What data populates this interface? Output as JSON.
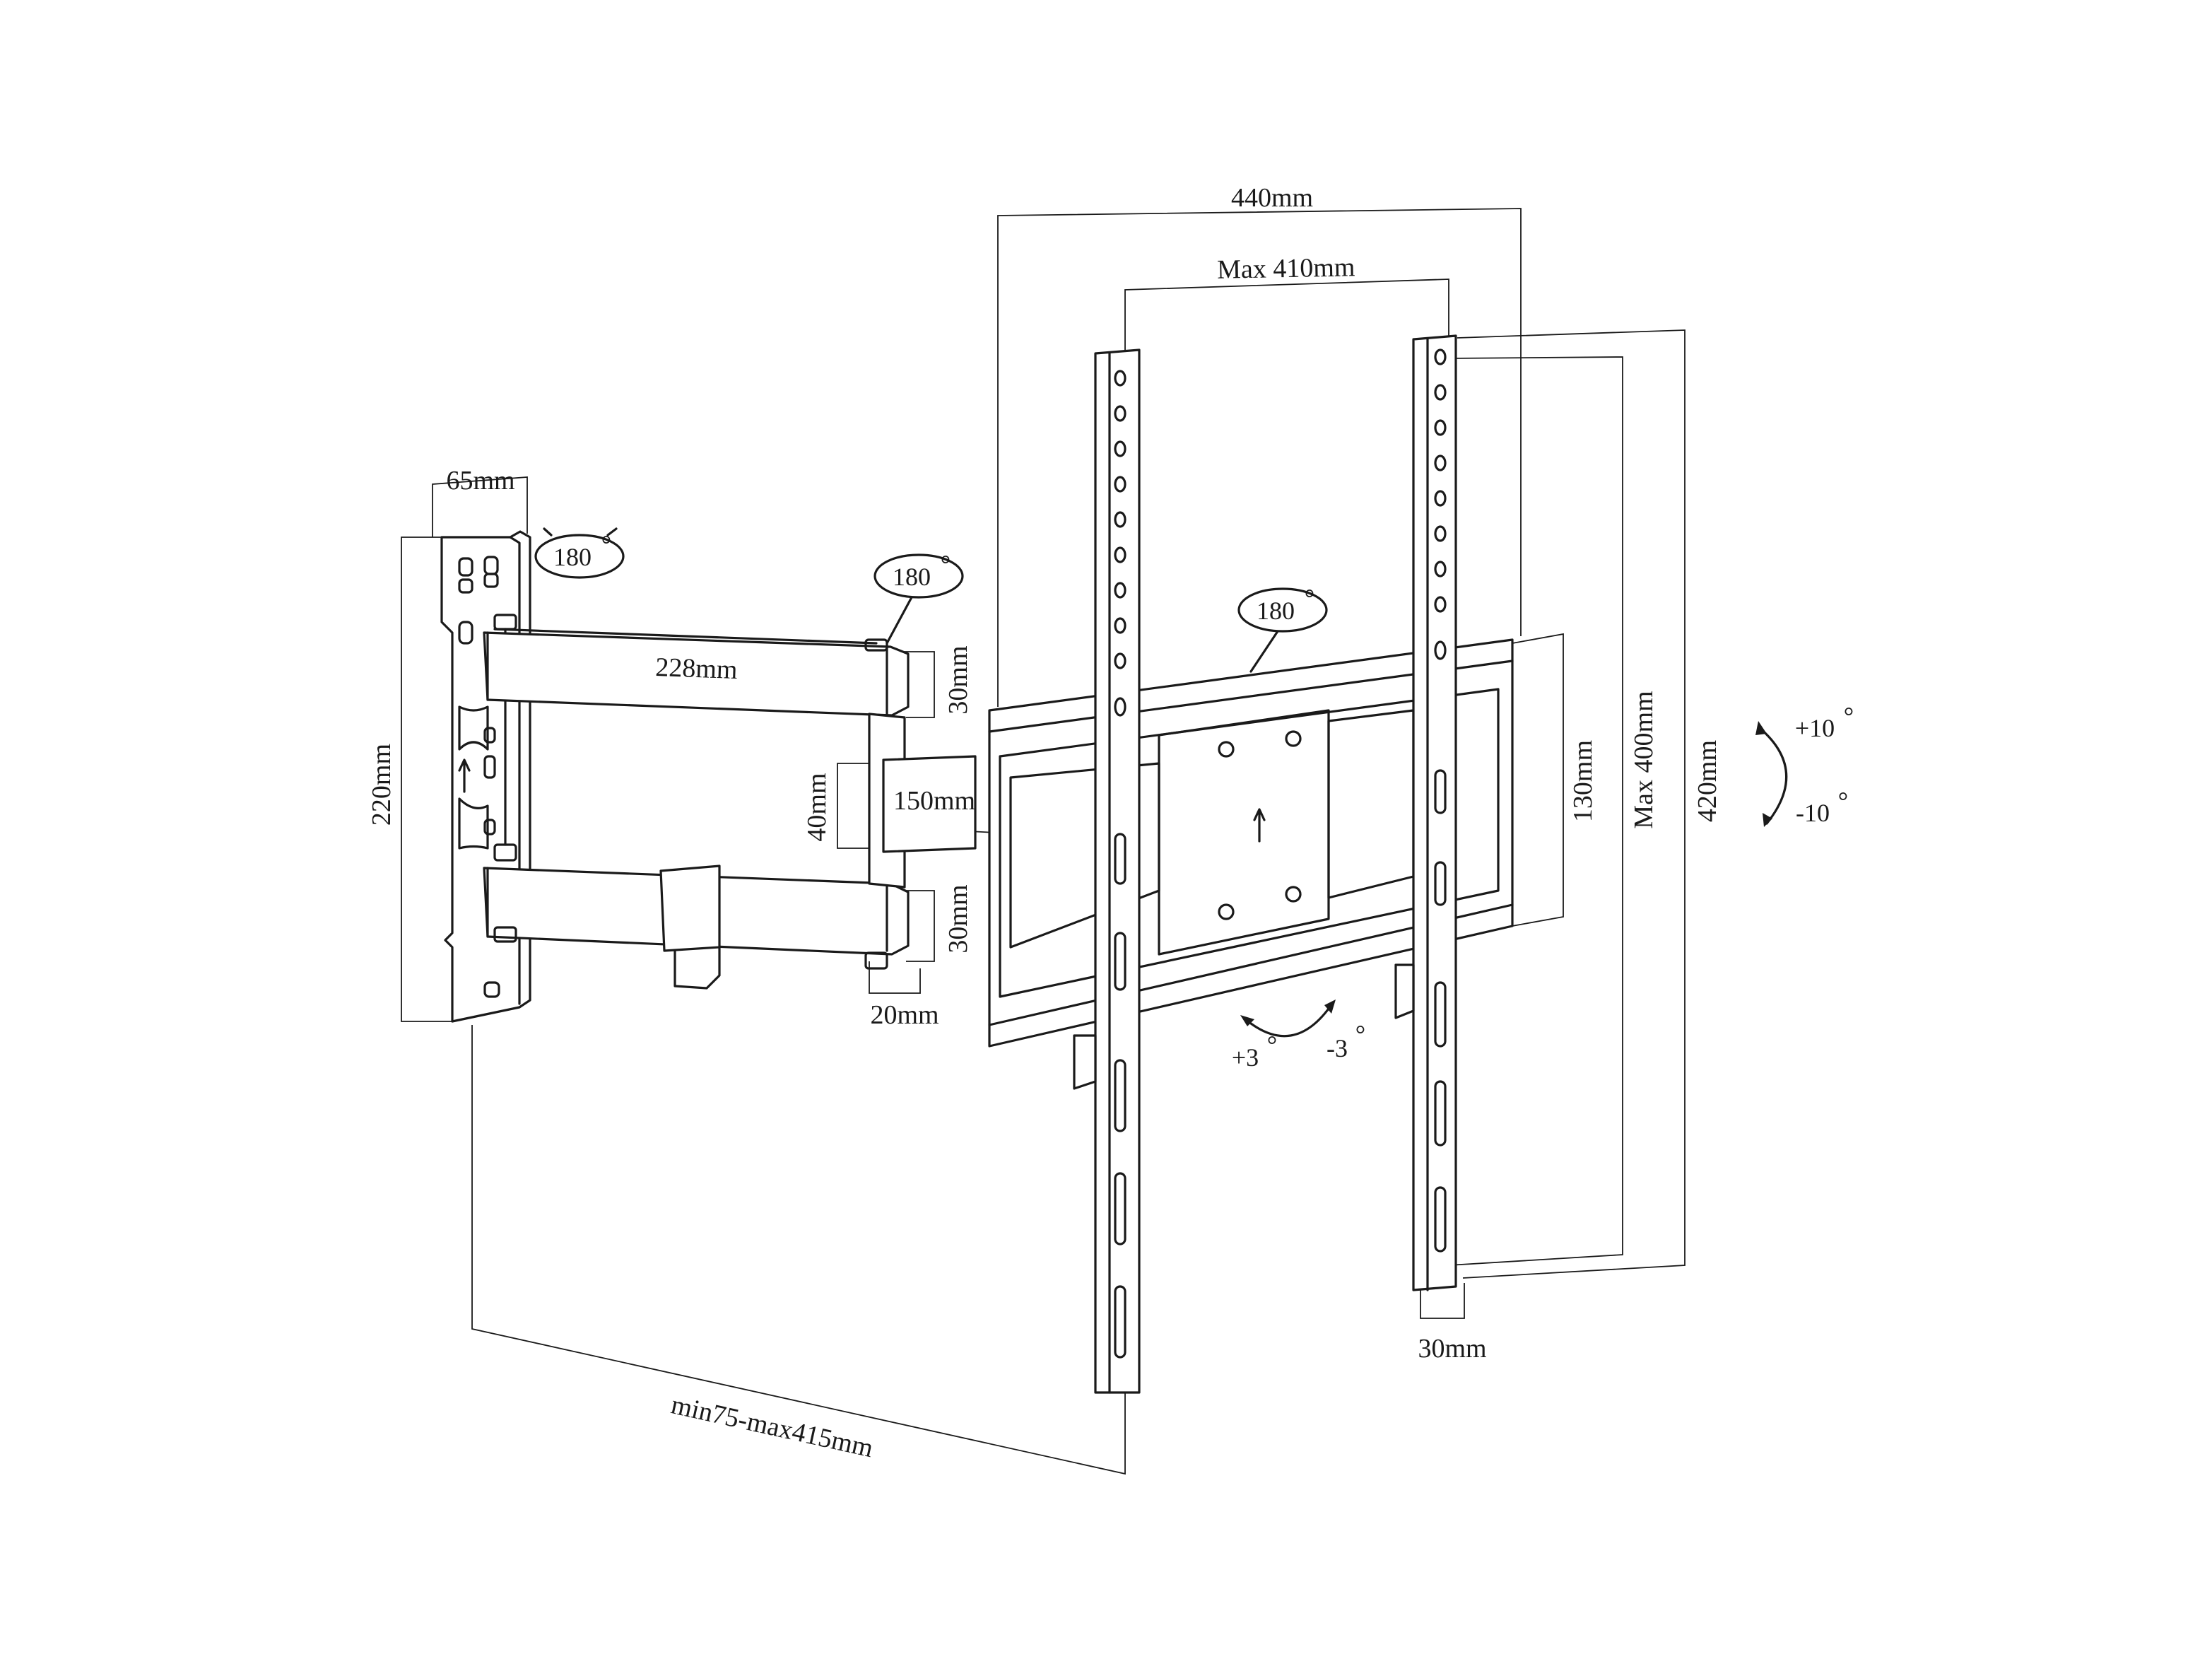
{
  "labels": {
    "overall_width": "440mm",
    "max_hole_spacing_horizontal": "Max 410mm",
    "wall_plate_width": "65mm",
    "wall_plate_height": "220mm",
    "arm_length": "228mm",
    "arm_upper_thickness": "30mm",
    "arm_lower_thickness": "30mm",
    "arm_gap": "40mm",
    "bracket_offset": "150mm",
    "arm_pin_width": "20mm",
    "crossbar_height": "130mm",
    "max_hole_spacing_vertical": "Max 400mm",
    "rail_height": "420mm",
    "rail_width": "30mm",
    "wall_distance": "min75-max415mm",
    "swivel_wall": "180",
    "swivel_arm": "180",
    "swivel_head": "180",
    "tilt_up": "+10",
    "tilt_down": "-10",
    "rotate_plus": "+3",
    "rotate_minus": "-3",
    "degree_symbol": "°"
  }
}
